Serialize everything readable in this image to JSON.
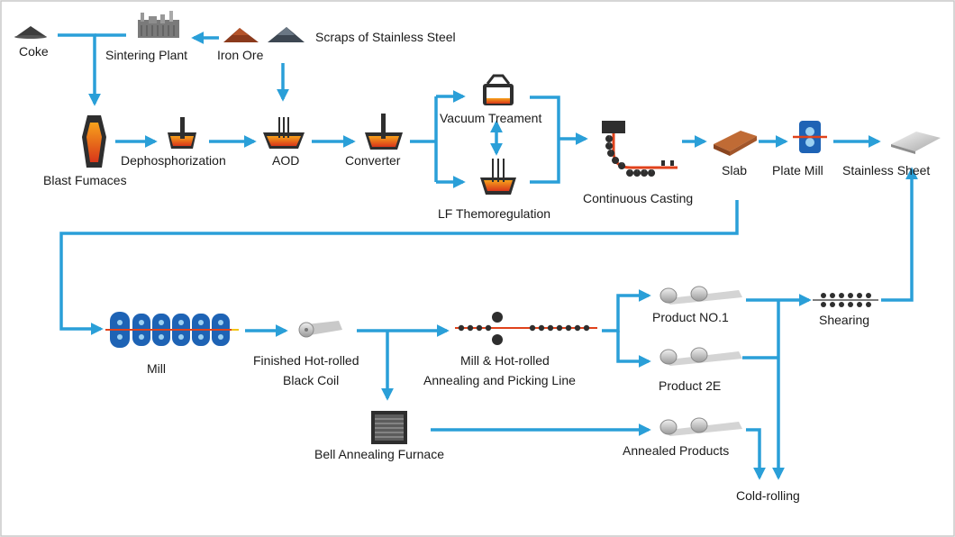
{
  "colors": {
    "arrow": "#2a9fd8",
    "molten": "#e0421b",
    "dark": "#3a3a3a",
    "border": "#c8c8c8"
  },
  "labels": {
    "coke": "Coke",
    "sintering_plant": "Sintering Plant",
    "iron_ore": "Iron Ore",
    "scraps": "Scraps of Stainless Steel",
    "blast_furnaces": "Blast Fumaces",
    "dephosphorization": "Dephosphorization",
    "aod": "AOD",
    "converter": "Converter",
    "vacuum": "Vacuum Treament",
    "lf": "LF Themoregulation",
    "continuous_casting": "Continuous Casting",
    "slab": "Slab",
    "plate_mill": "Plate Mill",
    "stainless_sheet": "Stainless Sheet",
    "mill": "Mill",
    "black_coil_line1": "Finished Hot-rolled",
    "black_coil_line2": "Black Coil",
    "annealing_line1": "Mill & Hot-rolled",
    "annealing_line2": "Annealing and Picking Line",
    "product_no1": "Product NO.1",
    "product_2e": "Product 2E",
    "shearing": "Shearing",
    "bell_furnace": "Bell Annealing Furnace",
    "annealed_products": "Annealed Products",
    "cold_rolling": "Cold-rolling"
  },
  "icons": [
    "coke-pile-icon",
    "sintering-plant-icon",
    "iron-ore-pile-icon",
    "scrap-pile-icon",
    "blast-furnace-icon",
    "dephosphorization-ladle-icon",
    "aod-vessel-icon",
    "converter-icon",
    "vacuum-tank-icon",
    "lf-ladle-icon",
    "continuous-caster-icon",
    "slab-icon",
    "plate-mill-icon",
    "steel-sheet-icon",
    "rolling-mill-icon",
    "hot-coil-icon",
    "pickling-line-icon",
    "coil-pair-icon",
    "shearing-rollers-icon",
    "bell-furnace-icon"
  ]
}
